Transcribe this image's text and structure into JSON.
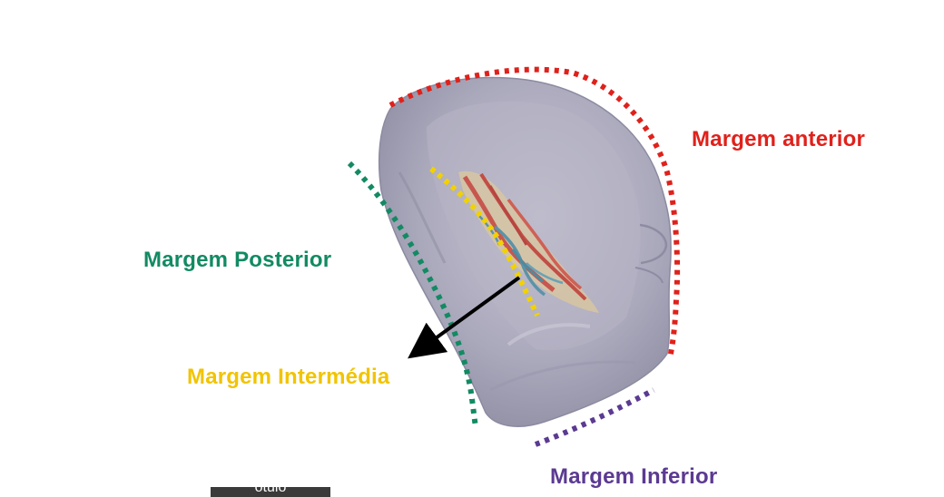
{
  "labels": {
    "anterior": "Margem anterior",
    "posterior": "Margem Posterior",
    "intermedia": "Margem Intermédia",
    "inferior": "Margem Inferior"
  },
  "caption": "ótulo",
  "colors": {
    "anterior": "#e0211b",
    "posterior": "#128a63",
    "intermedia": "#f1d200",
    "inferior": "#5b3a92",
    "arrow": "#000000",
    "organ": "#a8a6b8",
    "hilum_vessels": "#c7574e",
    "hilum_veins": "#5b93a8"
  },
  "icons": {
    "arrow": "arrow-pointer-icon",
    "organ": "spleen-illustration"
  }
}
